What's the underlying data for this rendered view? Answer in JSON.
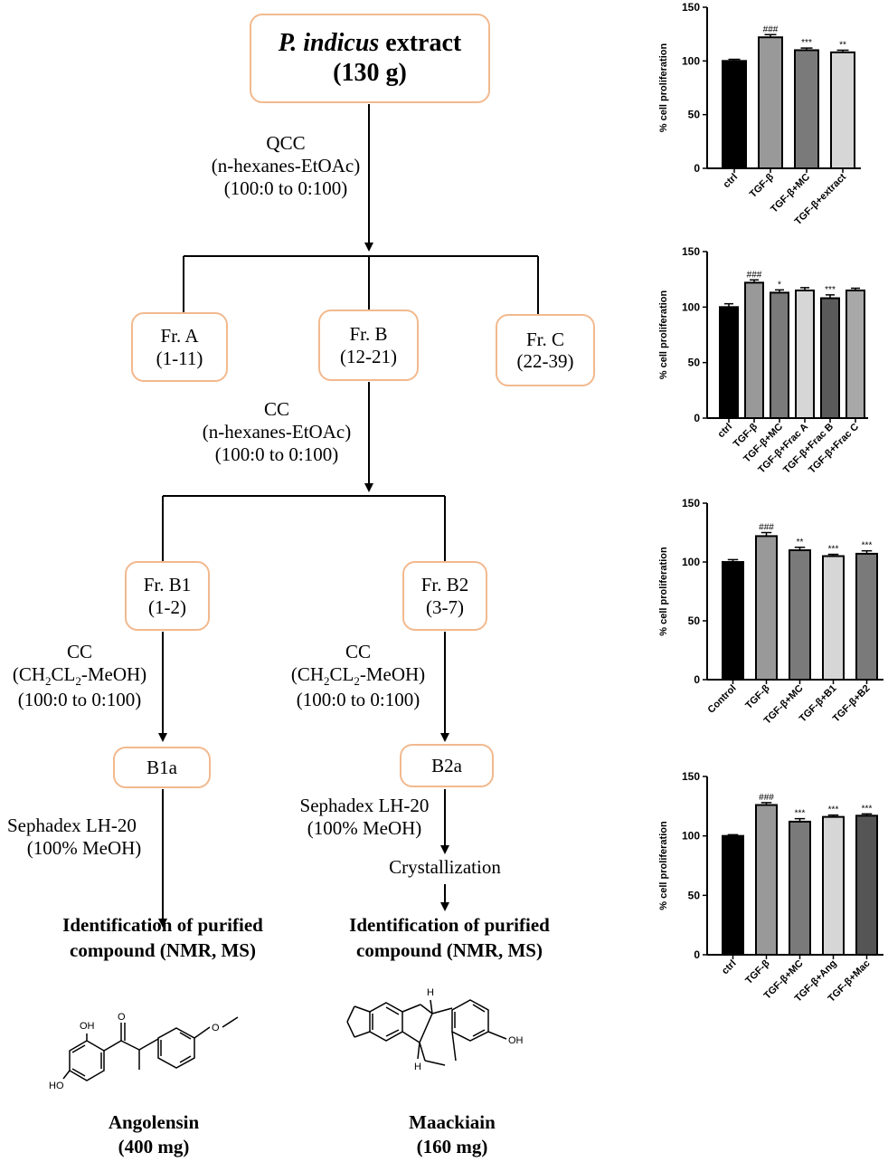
{
  "flowchart": {
    "extract": {
      "name": "P. indicus",
      "suffix": " extract",
      "amount": "(130 g)"
    },
    "step1": {
      "method": "QCC",
      "solvent": "(n-hexanes-EtOAc)",
      "gradient": "(100:0 to 0:100)"
    },
    "fractions": [
      {
        "name": "Fr. A",
        "range": "(1-11)"
      },
      {
        "name": "Fr. B",
        "range": "(12-21)"
      },
      {
        "name": "Fr. C",
        "range": "(22-39)"
      }
    ],
    "step2": {
      "method": "CC",
      "solvent": "(n-hexanes-EtOAc)",
      "gradient": "(100:0 to 0:100)"
    },
    "subfractions": [
      {
        "name": "Fr. B1",
        "range": "(1-2)"
      },
      {
        "name": "Fr. B2",
        "range": "(3-7)"
      }
    ],
    "step3_left": {
      "method": "CC",
      "solvent_a": "(CH",
      "solvent_sub1": "2",
      "solvent_b": "CL",
      "solvent_sub2": "2",
      "solvent_c": "-MeOH)",
      "gradient": "(100:0 to 0:100)"
    },
    "step3_right": {
      "method": "CC",
      "solvent_a": "(CH",
      "solvent_sub1": "2",
      "solvent_b": "CL",
      "solvent_sub2": "2",
      "solvent_c": "-MeOH)",
      "gradient": "(100:0 to 0:100)"
    },
    "pure_left": "B1a",
    "pure_right": "B2a",
    "step4_left": {
      "method": "Sephadex LH-20",
      "solvent": "(100% MeOH)"
    },
    "step4_right": {
      "method": "Sephadex LH-20",
      "solvent": "(100% MeOH)",
      "extra": "Crystallization"
    },
    "identification": {
      "line1": "Identification of purified",
      "line2": "compound (NMR, MS)"
    },
    "compounds": [
      {
        "name": "Angolensin",
        "amount": "(400 mg)",
        "label_oh1": "OH",
        "label_oh2": "HO",
        "label_o": "O"
      },
      {
        "name": "Maackiain",
        "amount": "(160 mg)",
        "label_oh": "OH",
        "label_h1": "H",
        "label_h2": "H"
      }
    ]
  },
  "chart_data": [
    {
      "type": "bar",
      "ylabel": "% cell proliferation",
      "ylim": [
        0,
        150
      ],
      "yticks": [
        "0",
        "50",
        "100",
        "150"
      ],
      "categories": [
        "ctrl",
        "TGF-β",
        "TGF-β+MC",
        "TGF-β+extract"
      ],
      "values": [
        100,
        122,
        110,
        108
      ],
      "errors": [
        1.5,
        2.5,
        2,
        2
      ],
      "annotations": [
        "",
        "###",
        "***",
        "**"
      ],
      "colors": [
        "#000000",
        "#999999",
        "#7a7a7a",
        "#d6d6d6"
      ]
    },
    {
      "type": "bar",
      "ylabel": "% cell proliferation",
      "ylim": [
        0,
        150
      ],
      "yticks": [
        "0",
        "50",
        "100",
        "150"
      ],
      "categories": [
        "ctrl",
        "TGF-β",
        "TGF-β+MC",
        "TGF-β+Frac A",
        "TGF-β+Frac B",
        "TGF-β+Frac C"
      ],
      "values": [
        100,
        122,
        113,
        115,
        108,
        115
      ],
      "errors": [
        3,
        2.5,
        2.5,
        2.5,
        3,
        2
      ],
      "annotations": [
        "",
        "###",
        "*",
        "",
        "***",
        ""
      ],
      "colors": [
        "#000000",
        "#999999",
        "#7a7a7a",
        "#d6d6d6",
        "#5a5a5a",
        "#a8a8a8"
      ]
    },
    {
      "type": "bar",
      "ylabel": "% cell proliferation",
      "ylim": [
        0,
        150
      ],
      "yticks": [
        "0",
        "50",
        "100",
        "150"
      ],
      "categories": [
        "Control",
        "TGF-β",
        "TGF-β+MC",
        "TGF-β+B1",
        "TGF-β+B2"
      ],
      "values": [
        100,
        122,
        110,
        105,
        107
      ],
      "errors": [
        2,
        3,
        2.5,
        1.5,
        2.5
      ],
      "annotations": [
        "",
        "###",
        "**",
        "***",
        "***"
      ],
      "colors": [
        "#000000",
        "#999999",
        "#7a7a7a",
        "#d6d6d6",
        "#7a7a7a"
      ]
    },
    {
      "type": "bar",
      "ylabel": "% cell proliferation",
      "ylim": [
        0,
        150
      ],
      "yticks": [
        "0",
        "50",
        "100",
        "150"
      ],
      "categories": [
        "ctrl",
        "TGF-β",
        "TGF-β+MC",
        "TGF-β+Ang",
        "TGF-β+Mac"
      ],
      "values": [
        100,
        126,
        112,
        116,
        117
      ],
      "errors": [
        1,
        2,
        2.5,
        1.5,
        1.5
      ],
      "annotations": [
        "",
        "###",
        "***",
        "***",
        "***"
      ],
      "colors": [
        "#000000",
        "#999999",
        "#7a7a7a",
        "#d6d6d6",
        "#555555"
      ]
    }
  ]
}
